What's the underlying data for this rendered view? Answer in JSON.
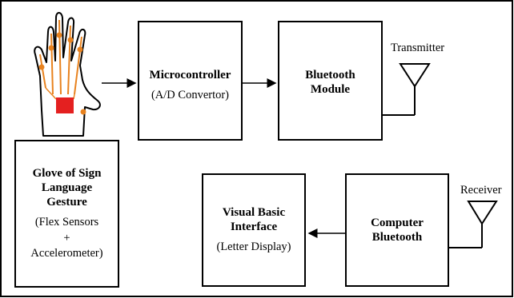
{
  "blocks": {
    "glove": {
      "title_lines": [
        "Glove of Sign",
        "Language",
        "Gesture"
      ],
      "detail_lines": [
        "(Flex Sensors",
        "+",
        "Accelerometer)"
      ]
    },
    "microcontroller": {
      "title": "Microcontroller",
      "detail": "(A/D Convertor)"
    },
    "bluetooth_module": {
      "title_lines": [
        "Bluetooth",
        "Module"
      ]
    },
    "computer_bluetooth": {
      "title_lines": [
        "Computer",
        "Bluetooth"
      ]
    },
    "visual_basic": {
      "title_lines": [
        "Visual Basic",
        "Interface"
      ],
      "detail": "(Letter Display)"
    }
  },
  "labels": {
    "transmitter": "Transmitter",
    "receiver": "Receiver"
  },
  "colors": {
    "stroke": "#000000",
    "hand_skin": "#ffffff",
    "sensor": "#e8821e",
    "chip": "#e42020"
  },
  "icons": [
    "hand-glove-icon",
    "transmitter-antenna-icon",
    "receiver-antenna-icon"
  ]
}
